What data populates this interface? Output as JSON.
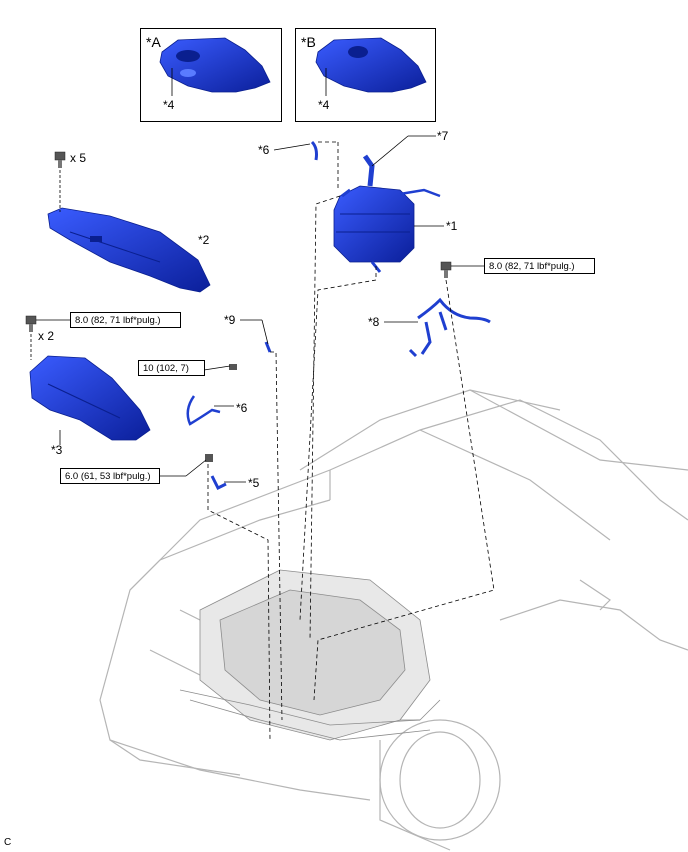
{
  "insets": [
    {
      "tag": "*A",
      "part": "*4"
    },
    {
      "tag": "*B",
      "part": "*4"
    }
  ],
  "callouts": {
    "c1": "*1",
    "c2": "*2",
    "c3": "*3",
    "c5": "*5",
    "c6a": "*6",
    "c6b": "*6",
    "c7": "*7",
    "c8": "*8",
    "c9": "*9"
  },
  "quantities": {
    "q5": "x 5",
    "q2": "x 2"
  },
  "torques": {
    "t_right": "8.0 (82, 71 lbf*pulg.)",
    "t_left": "8.0 (82, 71 lbf*pulg.)",
    "t_nine": "10 (102, 7)",
    "t_six": "6.0 (61, 53 lbf*pulg.)"
  },
  "figure_code": "C",
  "colors": {
    "part_blue": "#1f3fd0",
    "part_dark": "#0a1f8f",
    "car_line": "#b8b8b8"
  }
}
